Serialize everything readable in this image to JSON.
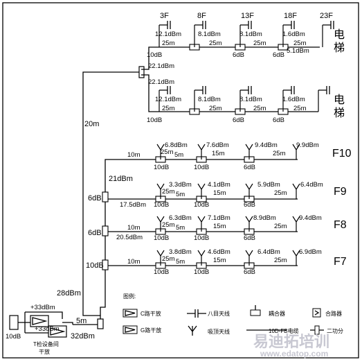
{
  "elevator_branches": [
    {
      "top_labels": [
        "3F",
        "8F",
        "13F",
        "18F",
        "23F"
      ],
      "levels": [
        "12.1dBm",
        "8.1dBm",
        "8.1dBm",
        "1.6dBm"
      ],
      "cables": [
        "25m",
        "25m",
        "25m",
        "25m"
      ],
      "couplers": [
        "10dB",
        "6dB",
        "6dB"
      ],
      "end_level": "5.1dBm",
      "tag": "电梯",
      "in_level": "22.1dBm"
    },
    {
      "top_labels": [],
      "levels": [
        "12.1dBm",
        "8.1dBm",
        "8.1dBm",
        "1.6dBm"
      ],
      "cables": [
        "25m",
        "25m",
        "25m",
        "25m"
      ],
      "couplers": [
        "10dB",
        "6dB",
        "6dB"
      ],
      "end_level": "",
      "tag": "电梯",
      "in_level": "22.1dBm"
    }
  ],
  "riser": {
    "length": "20m",
    "top_level": "28dBm",
    "feed_len": "5m",
    "feed_level": "32dBm",
    "feed_top_level": "21dBm"
  },
  "floors": [
    {
      "name": "F10",
      "coupler": "",
      "in_level": "",
      "feed_len": "10m",
      "levels": [
        "6.8dBm",
        "7.6dBm",
        "9.4dBm",
        "9.9dBm"
      ],
      "cables": [
        "25m",
        "5m",
        "15m",
        "25m"
      ],
      "couplers": [
        "10dB",
        "10dB",
        "6dB"
      ]
    },
    {
      "name": "F9",
      "coupler": "6dB",
      "in_level": "17.5dBm",
      "feed_len": "",
      "levels": [
        "3.3dBm",
        "4.1dBm",
        "5.9dBm",
        "6.4dBm"
      ],
      "cables": [
        "25m",
        "5m",
        "15m",
        "25m"
      ],
      "couplers": [
        "10dB",
        "10dB",
        "6dB"
      ]
    },
    {
      "name": "F8",
      "coupler": "6dB",
      "in_level": "20.5dBm",
      "feed_len": "10m",
      "levels": [
        "6.3dBm",
        "7.1dBm",
        "8.9dBm",
        "9.4dBm"
      ],
      "cables": [
        "25m",
        "5m",
        "15m",
        "25m"
      ],
      "couplers": [
        "10dB",
        "10dB",
        "6dB"
      ]
    },
    {
      "name": "F7",
      "coupler": "10dB",
      "in_level": "",
      "feed_len": "10m",
      "levels": [
        "3.8dBm",
        "4.6dBm",
        "6.4dBm",
        "6.9dBm"
      ],
      "cables": [
        "25m",
        "5m",
        "15m",
        "25m"
      ],
      "couplers": [
        "10dB",
        "10dB",
        "6dB"
      ]
    }
  ],
  "source": {
    "left_level": "10dB",
    "amp_top": "+33dBm",
    "amp_bottom": "+33dBm",
    "caption_line1": "T检设备间",
    "caption_line2": "干放"
  },
  "legend": {
    "title": "图例:",
    "c_amp": "C路干放",
    "g_amp": "G路干放",
    "yagi": "八目天线",
    "coupler": "耦合器",
    "combiner": "合路器",
    "ceiling": "吸顶天线",
    "cable": "10D-FB电缆",
    "splitter": "二功分"
  },
  "watermark": {
    "cn": "易迪拓培训",
    "url": "www.edatop.com"
  }
}
